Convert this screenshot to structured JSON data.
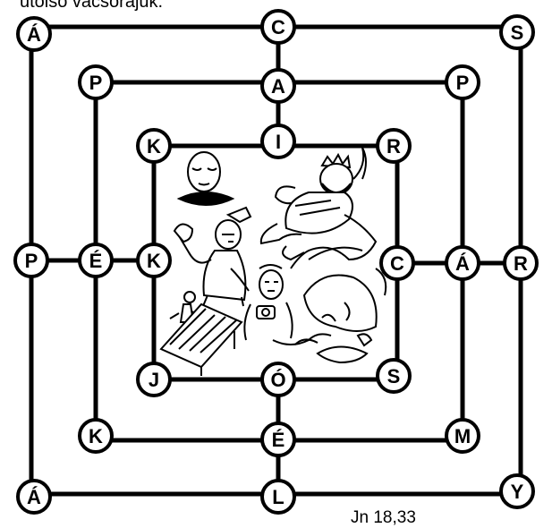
{
  "caption_top": "utolsó vacsorájuk.",
  "reference": "Jn 18,33",
  "rings": {
    "outer": {
      "top": [
        "Á",
        "C",
        "S"
      ],
      "middle": [
        "P",
        "R"
      ],
      "bottom": [
        "Á",
        "L",
        "Y"
      ]
    },
    "middle": {
      "top": [
        "P",
        "A",
        "P"
      ],
      "middle": [
        "É",
        "Á"
      ],
      "bottom": [
        "K",
        "É",
        "M"
      ]
    },
    "inner": {
      "top": [
        "K",
        "I",
        "R"
      ],
      "middle": [
        "K",
        "C"
      ],
      "bottom": [
        "J",
        "Ó",
        "S"
      ]
    }
  },
  "illustration": {
    "description_icon": "bible-scene-drawing-icon"
  }
}
